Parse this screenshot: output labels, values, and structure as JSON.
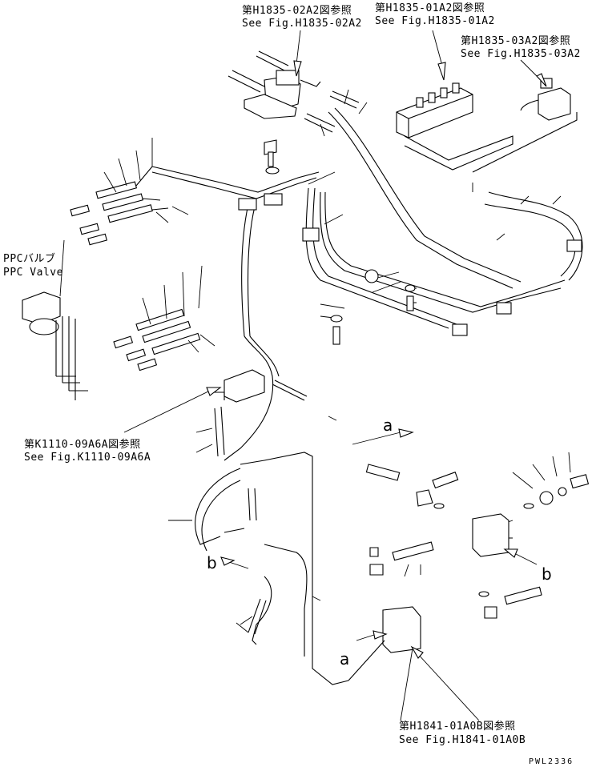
{
  "refs": {
    "h1835_02a2": {
      "ja": "第H1835-02A2図参照",
      "en": "See Fig.H1835-02A2"
    },
    "h1835_01a2": {
      "ja": "第H1835-01A2図参照",
      "en": "See Fig.H1835-01A2"
    },
    "h1835_03a2": {
      "ja": "第H1835-03A2図参照",
      "en": "See Fig.H1835-03A2"
    },
    "k1110_09a6a": {
      "ja": "第K1110-09A6A図参照",
      "en": "See Fig.K1110-09A6A"
    },
    "h1841_01a0b": {
      "ja": "第H1841-01A0B図参照",
      "en": "See Fig.H1841-01A0B"
    }
  },
  "ppc": {
    "ja": "PPCバルブ",
    "en": "PPC Valve"
  },
  "markers": {
    "a1": "a",
    "a2": "a",
    "b1": "b",
    "b2": "b"
  },
  "drawing_id": "PWL2336"
}
